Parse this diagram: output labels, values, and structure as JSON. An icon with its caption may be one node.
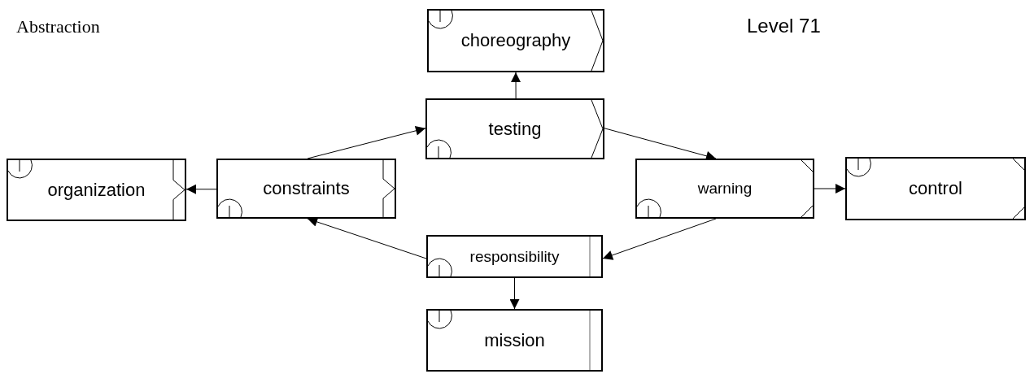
{
  "diagram": {
    "nodes": [
      {
        "text": [
          "choreography"
        ]
      },
      {
        "text": [
          "testing"
        ]
      },
      {
        "text": [
          "organization"
        ]
      },
      {
        "text": [
          "constraints"
        ]
      },
      {
        "text": [
          "warning"
        ]
      },
      {
        "text": [
          "control"
        ]
      },
      {
        "text": [
          "responsibility"
        ]
      },
      {
        "text": [
          "mission"
        ]
      }
    ],
    "edges": [
      {
        "from": 1,
        "to": 0,
        "arrow": "to"
      },
      {
        "from": 3,
        "to": 1,
        "arrow": "to"
      },
      {
        "from": 1,
        "to": 4,
        "arrow": "to"
      },
      {
        "from": 4,
        "to": 5,
        "arrow": "to"
      },
      {
        "from": 4,
        "to": 6,
        "arrow": "to"
      },
      {
        "from": 6,
        "to": 3,
        "arrow": "to"
      },
      {
        "from": 3,
        "to": 2,
        "arrow": "to"
      },
      {
        "from": 6,
        "to": 7,
        "arrow": "to"
      }
    ],
    "labels": [
      "Abstraction",
      "Level 71"
    ]
  }
}
